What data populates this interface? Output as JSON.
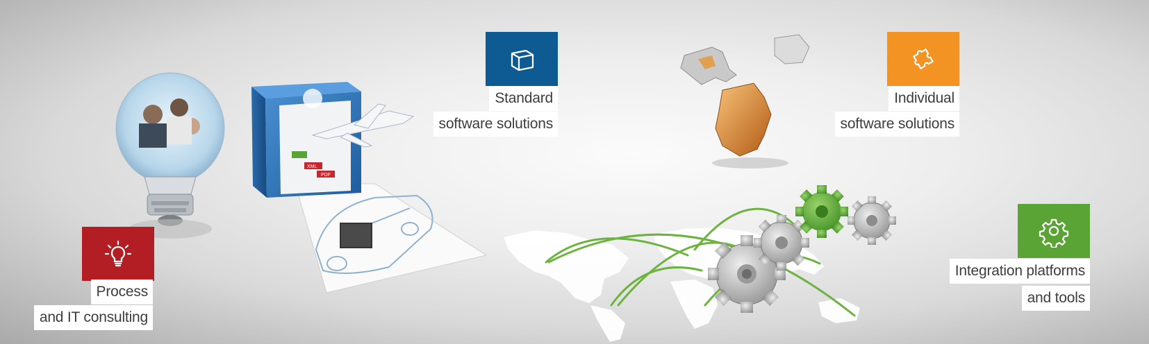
{
  "services": {
    "consulting": {
      "line1": "Process",
      "line2": "and IT consulting",
      "icon": "lightbulb-icon",
      "color": "#b21e24"
    },
    "standard": {
      "line1": "Standard",
      "line2": "software solutions",
      "icon": "box-icon",
      "color": "#0e5a92"
    },
    "individual": {
      "line1": "Individual",
      "line2": "software solutions",
      "icon": "puzzle-icon",
      "color": "#f39323"
    },
    "integration": {
      "line1": "Integration platforms",
      "line2": "and tools",
      "icon": "gear-icon",
      "color": "#5aa436"
    }
  },
  "illustration": {
    "pdf_tag": "PDF",
    "xml_tag": "XML"
  }
}
